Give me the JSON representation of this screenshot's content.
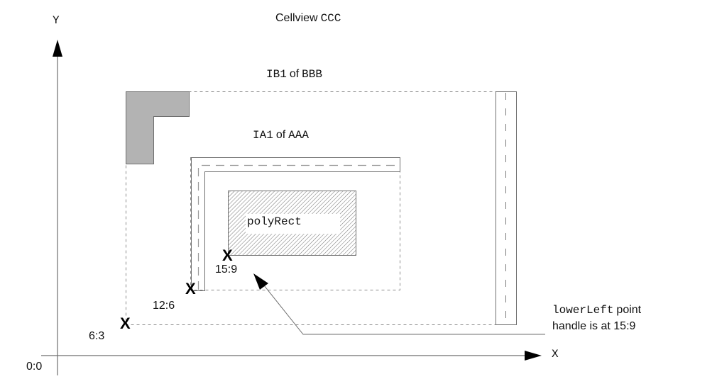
{
  "title": {
    "prefix": "Cellview",
    "name": "CCC"
  },
  "axes": {
    "y_label": "Y",
    "x_label": "X",
    "origin_label": "0:0"
  },
  "instances": [
    {
      "name": "IB1",
      "of": "of",
      "master": "BBB"
    },
    {
      "name": "IA1",
      "of": "of",
      "master": "AAA"
    }
  ],
  "shape": {
    "label": "polyRect"
  },
  "points": [
    {
      "label": "6:3",
      "marker": "X"
    },
    {
      "label": "12:6",
      "marker": "X"
    },
    {
      "label": "15:9",
      "marker": "X"
    }
  ],
  "callout": {
    "code": "lowerLeft",
    "line1_rest": "point",
    "line2": "handle is at 15:9"
  },
  "colors": {
    "fill_gray": "#b3b3b3",
    "line": "#6e6e6e",
    "dash": "#8a8a8a",
    "text": "#111111"
  }
}
